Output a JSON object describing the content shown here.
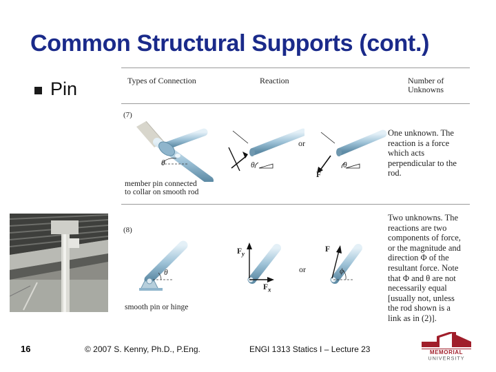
{
  "slide": {
    "title": "Common Structural Supports (cont.)",
    "bullet": "Pin",
    "page_number": "16",
    "footer_left": "© 2007 S. Kenny, Ph.D., P.Eng.",
    "footer_center": "ENGI 1313 Statics I – Lecture 23"
  },
  "table": {
    "col1": "Types of Connection",
    "col2": "Reaction",
    "col3_line1": "Number of",
    "col3_line2": "Unknowns",
    "row7": {
      "num": "(7)",
      "caption_line1": "member pin connected",
      "caption_line2": "to collar on smooth rod",
      "or": "or",
      "theta": "θ",
      "force": "F",
      "desc": [
        "One unknown. The",
        "reaction is a force",
        "which acts",
        "perpendicular to the",
        "rod."
      ]
    },
    "row8": {
      "num": "(8)",
      "caption": "smooth pin or hinge",
      "or": "or",
      "theta": "θ",
      "phi": "ϕ",
      "fy": "F",
      "fy_sub": "y",
      "fx": "F",
      "fx_sub": "x",
      "force": "F",
      "desc": [
        "Two unknowns. The",
        "reactions are two",
        "components of force,",
        "or the magnitude and",
        "direction Φ of the",
        "resultant force. Note",
        "that Φ and θ are not",
        "necessarily equal",
        "[usually not, unless",
        "the rod shown is a",
        "link as in (2)]."
      ]
    }
  },
  "logo": {
    "line1": "MEMORIAL",
    "line2": "UNIVERSITY"
  },
  "colors": {
    "title": "#1a2a8a",
    "logo_red": "#a01e2a",
    "rod": "#9fc3d8"
  }
}
